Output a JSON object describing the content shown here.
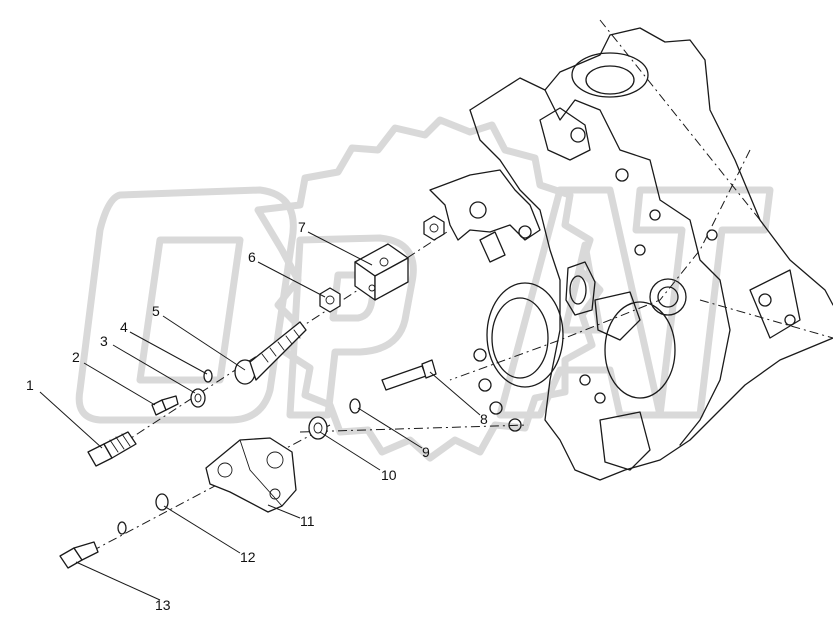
{
  "callouts": [
    {
      "id": "1",
      "label": "1"
    },
    {
      "id": "2",
      "label": "2"
    },
    {
      "id": "3",
      "label": "3"
    },
    {
      "id": "4",
      "label": "4"
    },
    {
      "id": "5",
      "label": "5"
    },
    {
      "id": "6",
      "label": "6"
    },
    {
      "id": "7",
      "label": "7"
    },
    {
      "id": "8",
      "label": "8"
    },
    {
      "id": "9",
      "label": "9"
    },
    {
      "id": "10",
      "label": "10"
    },
    {
      "id": "11",
      "label": "11"
    },
    {
      "id": "12",
      "label": "12"
    },
    {
      "id": "13",
      "label": "13"
    }
  ],
  "watermark": {
    "text": "OPAT",
    "color": "#d9d9d9"
  },
  "line_color": "#1a1a1a"
}
